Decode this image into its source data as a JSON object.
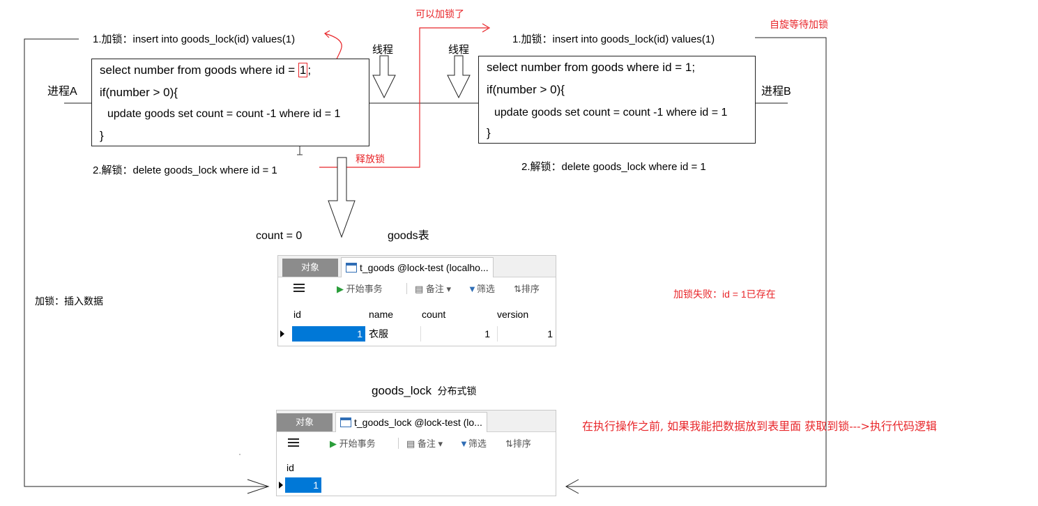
{
  "process_a": {
    "label": "进程A",
    "lock_stmt": "1.加锁：insert into goods_lock(id) values(1)",
    "unlock_stmt": "2.解锁：delete goods_lock where id = 1",
    "code": {
      "line1_pre": "select number from goods where id = ",
      "line1_boxed": "1",
      "line1_post": ";",
      "line2": "if(number > 0){",
      "line3": "update goods set count = count -1 where id = 1",
      "line4": "}"
    }
  },
  "process_b": {
    "label": "进程B",
    "lock_stmt": "1.加锁：insert into goods_lock(id) values(1)",
    "unlock_stmt": "2.解锁：delete goods_lock where id = 1",
    "code": {
      "line1": "select number from goods where id = 1;",
      "line2": "if(number > 0){",
      "line3": "update goods set count = count -1 where id = 1",
      "line4": "}"
    }
  },
  "thread_labels": [
    "线程",
    "线程"
  ],
  "annotations": {
    "can_lock": "可以加锁了",
    "spin_wait": "自旋等待加锁",
    "release_lock": "释放锁",
    "lock_fail": "加锁失败：id = 1已存在",
    "lock_insert": "加锁：插入数据",
    "explanation": "在执行操作之前, 如果我能把数据放到表里面 获取到锁--->执行代码逻辑",
    "count_zero": "count = 0"
  },
  "goods_table": {
    "title": "goods表",
    "tab_object": "对象",
    "tab_name": "t_goods @lock-test (localho...",
    "toolbar": {
      "begin_tx": "开始事务",
      "note": "备注",
      "filter": "筛选",
      "sort": "排序"
    },
    "columns": [
      "id",
      "name",
      "count",
      "version"
    ],
    "rows": [
      {
        "id": "1",
        "name": "衣服",
        "count": "1",
        "version": "1"
      }
    ]
  },
  "lock_table": {
    "title_main": "goods_lock",
    "title_sub": "分布式锁",
    "tab_object": "对象",
    "tab_name": "t_goods_lock @lock-test (lo...",
    "toolbar": {
      "begin_tx": "开始事务",
      "note": "备注",
      "filter": "筛选",
      "sort": "排序"
    },
    "columns": [
      "id"
    ],
    "rows": [
      {
        "id": "1"
      }
    ]
  },
  "colors": {
    "annotation_red": "#e8262a",
    "selected_cell": "#0078d7",
    "tab_object_bg": "#8c8c8c"
  }
}
